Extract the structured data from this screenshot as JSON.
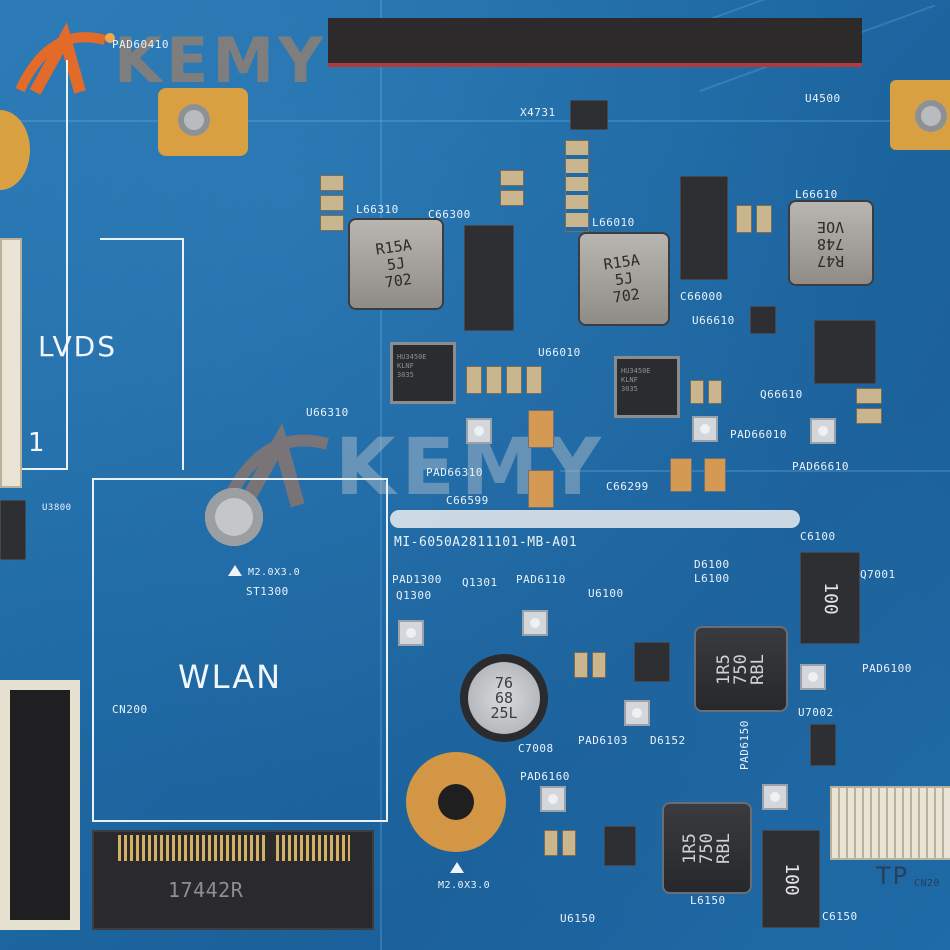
{
  "watermark": {
    "brand": "KEMY"
  },
  "labels": {
    "pad60410": "PAD60410",
    "x4731": "X4731",
    "u4500": "U4500",
    "l66310": "L66310",
    "c66300": "C66300",
    "l66010": "L66010",
    "l66610": "L66610",
    "c66000": "C66000",
    "u66610": "U66610",
    "u66010": "U66010",
    "q66610": "Q66610",
    "u66310": "U66310",
    "pad66010": "PAD66010",
    "pad66610": "PAD66610",
    "pad66310": "PAD66310",
    "c66599": "C66599",
    "c66299": "C66299",
    "lvds": "LVDS",
    "one": "1",
    "u3800": "U3800",
    "m20x30_top": "M2.0X3.0",
    "st1300": "ST1300",
    "wlan": "WLAN",
    "cn200": "CN200",
    "board_id": "MI-6050A2811101-MB-A01",
    "pad1300": "PAD1300",
    "q1301": "Q1301",
    "pad6110": "PAD6110",
    "q1300": "Q1300",
    "u6100": "U6100",
    "d6100": "D6100",
    "l6100": "L6100",
    "c6100": "C6100",
    "q7001": "Q7001",
    "pad6100": "PAD6100",
    "c7008": "C7008",
    "pad6103": "PAD6103",
    "d6152": "D6152",
    "pad6150": "PAD6150",
    "u7002": "U7002",
    "pad6160": "PAD6160",
    "m20x30_bottom": "M2.0X3.0",
    "u6150": "U6150",
    "l6150": "L6150",
    "c6150": "C6150",
    "tp": "TP",
    "cn20x": "CN20",
    "m2_slot": "17442R"
  },
  "markings": {
    "inductor1": [
      "R15A",
      "5J",
      "702"
    ],
    "inductor2": [
      "R15A",
      "5J",
      "702"
    ],
    "inductor3": [
      "R47",
      "748",
      "VOE"
    ],
    "inductor4": [
      "1R5",
      "750",
      "RBL"
    ],
    "inductor5": [
      "1R5",
      "750",
      "RBL"
    ],
    "electrolytic": [
      "76",
      "68",
      "25L"
    ],
    "tant1": "100",
    "tant2": "100"
  }
}
